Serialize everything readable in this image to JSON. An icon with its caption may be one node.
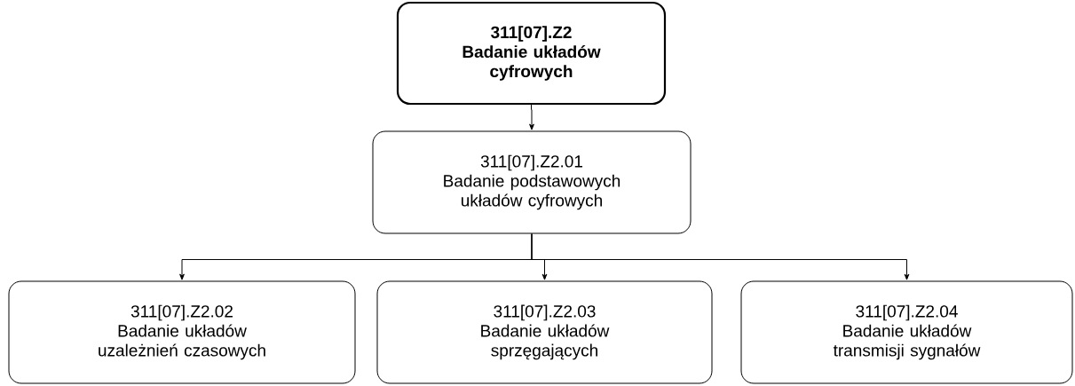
{
  "diagram": {
    "nodes": [
      {
        "text": [
          "311[07].Z2",
          "Badanie układów cyfrowych"
        ]
      },
      {
        "text": [
          "311[07].Z2.01",
          "Badanie podstawowych układów cyfrowych"
        ]
      },
      {
        "text": [
          "311[07].Z2.02",
          "Badanie układów uzależnień czasowych"
        ]
      },
      {
        "text": [
          "311[07].Z2.03",
          "Badanie układów sprzęgających"
        ]
      },
      {
        "text": [
          "311[07].Z2.04",
          "Badanie układów transmisji sygnałów"
        ]
      }
    ],
    "edges": [
      {
        "from": 0,
        "to": 1,
        "arrow": "to"
      },
      {
        "from": 1,
        "to": 2,
        "arrow": "to"
      },
      {
        "from": 1,
        "to": 3,
        "arrow": "to"
      },
      {
        "from": 1,
        "to": 4,
        "arrow": "to"
      }
    ]
  }
}
